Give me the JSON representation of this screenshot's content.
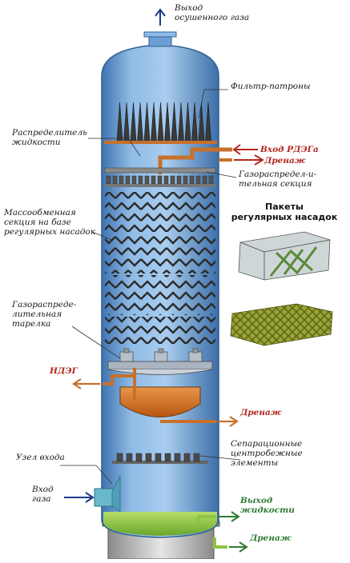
{
  "labels": {
    "gas_out": "Выход\nосушенного газа",
    "filter": "Фильтр-патроны",
    "liquid_distributor": "Распределитель\nжидкости",
    "rdeg_in": "Вход РДЭГа",
    "drain_top": "Дренаж",
    "gas_dist_section": "Газораспредел-и-\nтельная секция",
    "mass_exchange": "Массообменная\nсекция на базе\nрегулярных насадок",
    "packing_title": "Пакеты\nрегулярных насадок",
    "gas_dist_tray": "Газораспреде-\nлительная\nтарелка",
    "ndeg": "НДЭГ",
    "drain_mid": "Дренаж",
    "separation": "Сепарационные\nцентробежные\nэлементы",
    "inlet_unit": "Узел входа",
    "gas_in": "Вход\nгаза",
    "liquid_out": "Выход\nжидкости",
    "drain_bottom": "Дренаж"
  },
  "colors": {
    "vessel_blue": "#6fa3d8",
    "pipe_orange": "#c8702a",
    "liquid_orange": "#d9782a",
    "liquid_green": "#8dc63f",
    "arrow_red": "#b3261e",
    "arrow_green": "#2e7d32",
    "arrow_blue": "#1a3a8a"
  }
}
